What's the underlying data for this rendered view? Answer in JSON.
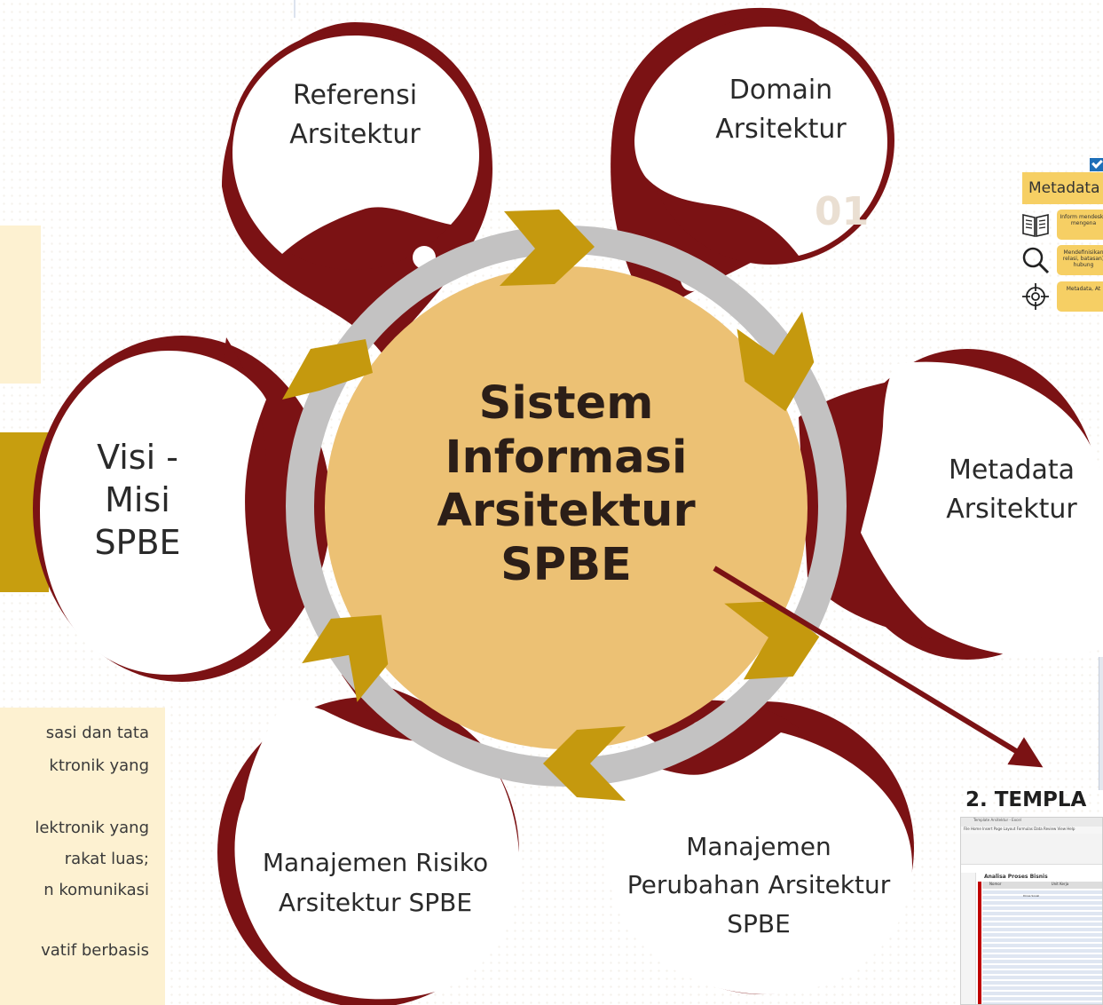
{
  "colors": {
    "maroon": "#7b1214",
    "center_fill": "#ecc174",
    "ring": "#c3c2c2",
    "arrow_gold": "#c5990e",
    "note_bg": "#fdf1d1",
    "pointer_arrow": "#7b1214"
  },
  "center": {
    "lines": [
      "Sistem",
      "Informasi",
      "Arsitektur",
      "SPBE"
    ]
  },
  "nodes": [
    {
      "id": "referensi",
      "lines": [
        "Referensi",
        "Arsitektur"
      ]
    },
    {
      "id": "domain",
      "lines": [
        "Domain",
        "Arsitektur"
      ]
    },
    {
      "id": "metadata",
      "lines": [
        "Metadata",
        "Arsitektur"
      ]
    },
    {
      "id": "perubahan",
      "lines": [
        "Manajemen",
        "Perubahan Arsitektur",
        "SPBE"
      ]
    },
    {
      "id": "risiko",
      "lines": [
        "Manajemen Risiko",
        "Arsitektur SPBE"
      ]
    },
    {
      "id": "visi",
      "lines": [
        "Visi -",
        "Misi",
        "SPBE"
      ]
    }
  ],
  "ghost_number": "01",
  "left_note": {
    "lines": [
      "sasi dan tata",
      "ktronik  yang",
      "lektronik yang",
      "rakat luas;",
      "n  komunikasi",
      "vatif  berbasis"
    ]
  },
  "right_panel": {
    "metadata_heading": "Metadata",
    "rows": [
      "Inform mendeskri mengena",
      "Mendefinisikan relasi, batasan) hubung",
      "Metadata, At"
    ],
    "icons": [
      "book-icon",
      "magnifier-icon",
      "target-icon"
    ],
    "template_heading": "2. TEMPLA",
    "sheet": {
      "window_title": "Template Arsitektur - Excel",
      "menu": "File  Home  Insert  Page Layout  Formulas  Data  Review  View  Help",
      "title": "Analisa Proses Bisnis",
      "col_no": "Nomor",
      "col_unit": "Unit Kerja",
      "row_label": "Dinas Sosial"
    }
  }
}
